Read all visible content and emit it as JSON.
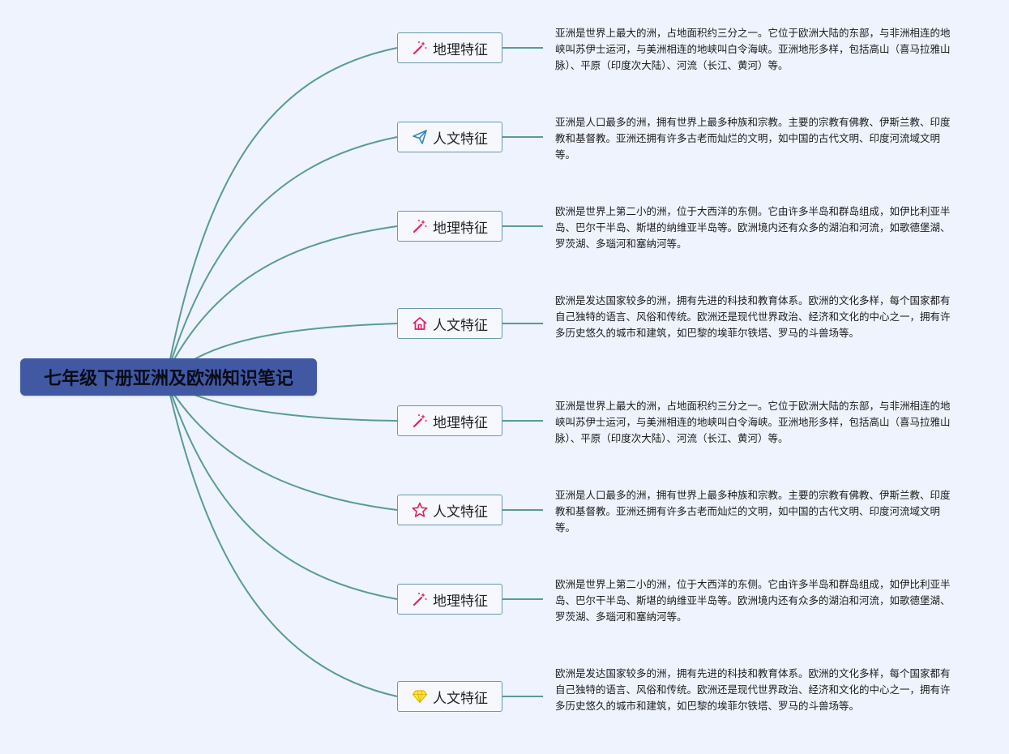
{
  "root": {
    "title": "七年级下册亚洲及欧洲知识笔记"
  },
  "colors": {
    "root_bg": "#4159a3",
    "line": "#5a9a98",
    "node_border": "#6a9aa8",
    "background": "#eef3fd"
  },
  "branches": [
    {
      "label": "地理特征",
      "icon": "magic-wand-icon",
      "note": "亚洲是世界上最大的洲，占地面积约三分之一。它位于欧洲大陆的东部，与非洲相连的地峡叫苏伊士运河，与美洲相连的地峡叫白令海峡。亚洲地形多样，包括高山（喜马拉雅山脉）、平原（印度次大陆）、河流（长江、黄河）等。"
    },
    {
      "label": "人文特征",
      "icon": "paper-plane-icon",
      "note": "亚洲是人口最多的洲，拥有世界上最多种族和宗教。主要的宗教有佛教、伊斯兰教、印度教和基督教。亚洲还拥有许多古老而灿烂的文明，如中国的古代文明、印度河流域文明等。"
    },
    {
      "label": "地理特征",
      "icon": "magic-wand-icon",
      "note": "欧洲是世界上第二小的洲，位于大西洋的东侧。它由许多半岛和群岛组成，如伊比利亚半岛、巴尔干半岛、斯堪的纳维亚半岛等。欧洲境内还有众多的湖泊和河流，如歌德堡湖、罗茨湖、多瑙河和塞纳河等。"
    },
    {
      "label": "人文特征",
      "icon": "home-icon",
      "note": "欧洲是发达国家较多的洲，拥有先进的科技和教育体系。欧洲的文化多样，每个国家都有自己独特的语言、风俗和传统。欧洲还是现代世界政治、经济和文化的中心之一，拥有许多历史悠久的城市和建筑，如巴黎的埃菲尔铁塔、罗马的斗兽场等。"
    },
    {
      "label": "地理特征",
      "icon": "magic-wand-icon",
      "note": "亚洲是世界上最大的洲，占地面积约三分之一。它位于欧洲大陆的东部，与非洲相连的地峡叫苏伊士运河，与美洲相连的地峡叫白令海峡。亚洲地形多样，包括高山（喜马拉雅山脉）、平原（印度次大陆）、河流（长江、黄河）等。"
    },
    {
      "label": "人文特征",
      "icon": "star-icon",
      "note": "亚洲是人口最多的洲，拥有世界上最多种族和宗教。主要的宗教有佛教、伊斯兰教、印度教和基督教。亚洲还拥有许多古老而灿烂的文明，如中国的古代文明、印度河流域文明等。"
    },
    {
      "label": "地理特征",
      "icon": "magic-wand-icon",
      "note": "欧洲是世界上第二小的洲，位于大西洋的东侧。它由许多半岛和群岛组成，如伊比利亚半岛、巴尔干半岛、斯堪的纳维亚半岛等。欧洲境内还有众多的湖泊和河流，如歌德堡湖、罗茨湖、多瑙河和塞纳河等。"
    },
    {
      "label": "人文特征",
      "icon": "diamond-icon",
      "note": "欧洲是发达国家较多的洲，拥有先进的科技和教育体系。欧洲的文化多样，每个国家都有自己独特的语言、风俗和传统。欧洲还是现代世界政治、经济和文化的中心之一，拥有许多历史悠久的城市和建筑，如巴黎的埃菲尔铁塔、罗马的斗兽场等。"
    }
  ]
}
